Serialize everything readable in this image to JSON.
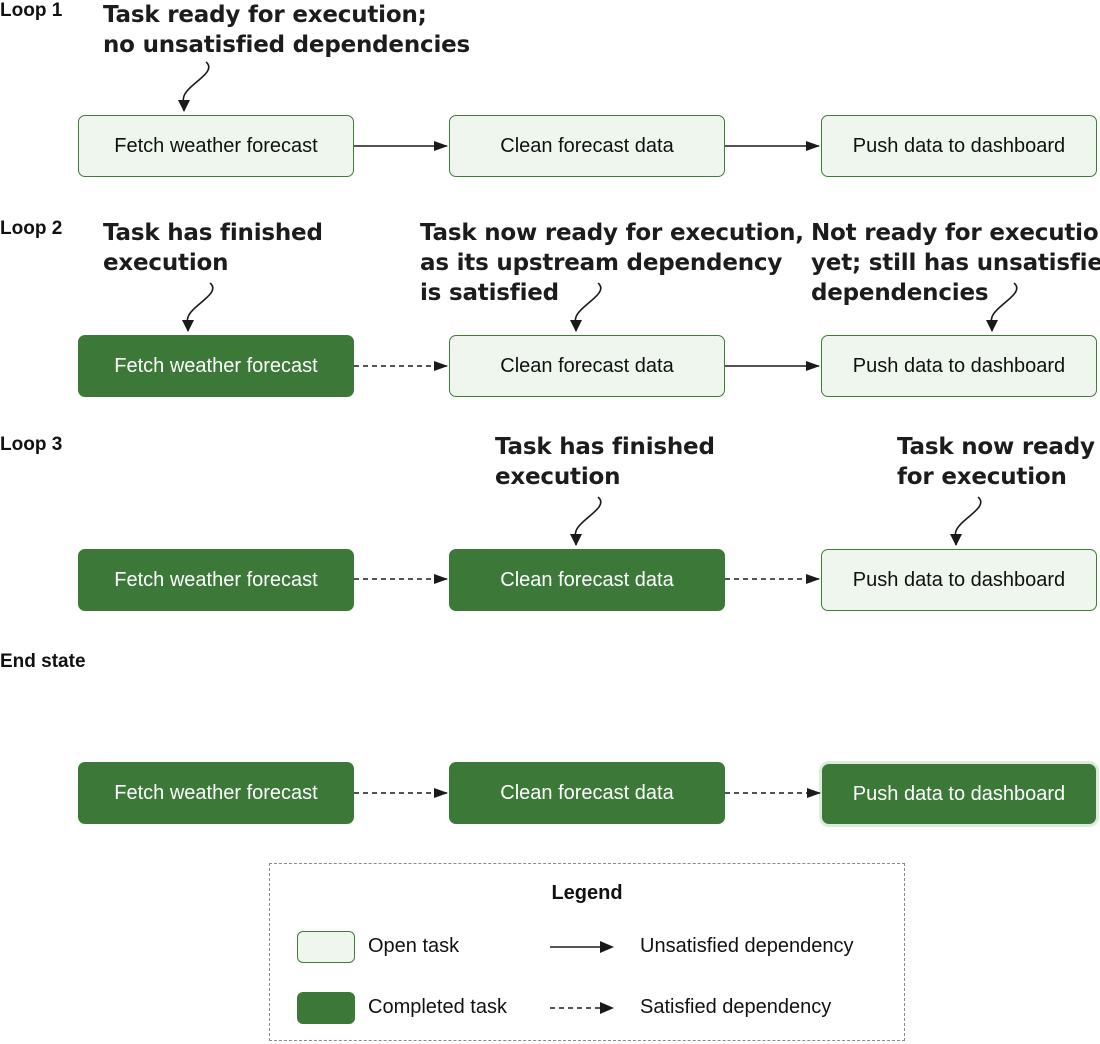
{
  "stages": [
    {
      "label": "Loop 1",
      "tasks": [
        {
          "label": "Fetch weather forecast",
          "state": "open"
        },
        {
          "label": "Clean forecast data",
          "state": "open"
        },
        {
          "label": "Push data to dashboard",
          "state": "open"
        }
      ],
      "dependencies": [
        "unsatisfied",
        "unsatisfied"
      ],
      "annotations": [
        {
          "target": 0,
          "lines": [
            "Task ready for execution;",
            "no unsatisfied dependencies"
          ]
        }
      ]
    },
    {
      "label": "Loop 2",
      "tasks": [
        {
          "label": "Fetch weather forecast",
          "state": "completed"
        },
        {
          "label": "Clean forecast data",
          "state": "open"
        },
        {
          "label": "Push data to dashboard",
          "state": "open"
        }
      ],
      "dependencies": [
        "satisfied",
        "unsatisfied"
      ],
      "annotations": [
        {
          "target": 0,
          "lines": [
            "Task has finished",
            "execution"
          ]
        },
        {
          "target": 1,
          "lines": [
            "Task now ready for execution,",
            "as its upstream dependency",
            "is satisfied"
          ]
        },
        {
          "target": 2,
          "lines": [
            "Not ready for execution",
            "yet; still has unsatisfied",
            "dependencies"
          ]
        }
      ]
    },
    {
      "label": "Loop 3",
      "tasks": [
        {
          "label": "Fetch weather forecast",
          "state": "completed"
        },
        {
          "label": "Clean forecast data",
          "state": "completed"
        },
        {
          "label": "Push data to dashboard",
          "state": "open"
        }
      ],
      "dependencies": [
        "satisfied",
        "satisfied"
      ],
      "annotations": [
        {
          "target": 1,
          "lines": [
            "Task has finished",
            "execution"
          ]
        },
        {
          "target": 2,
          "lines": [
            "Task now ready",
            "for execution"
          ]
        }
      ]
    },
    {
      "label": "End state",
      "tasks": [
        {
          "label": "Fetch weather forecast",
          "state": "completed"
        },
        {
          "label": "Clean forecast data",
          "state": "completed"
        },
        {
          "label": "Push data to dashboard",
          "state": "completed"
        }
      ],
      "dependencies": [
        "satisfied",
        "satisfied"
      ],
      "annotations": []
    }
  ],
  "legend": {
    "title": "Legend",
    "open_task": "Open task",
    "completed_task": "Completed task",
    "unsatisfied_dependency": "Unsatisfied dependency",
    "satisfied_dependency": "Satisfied dependency"
  },
  "colors": {
    "open_fill": "#eef6ee",
    "completed_fill": "#3c7838",
    "border": "#3e7d38",
    "arrow": "#1a1a1a"
  }
}
